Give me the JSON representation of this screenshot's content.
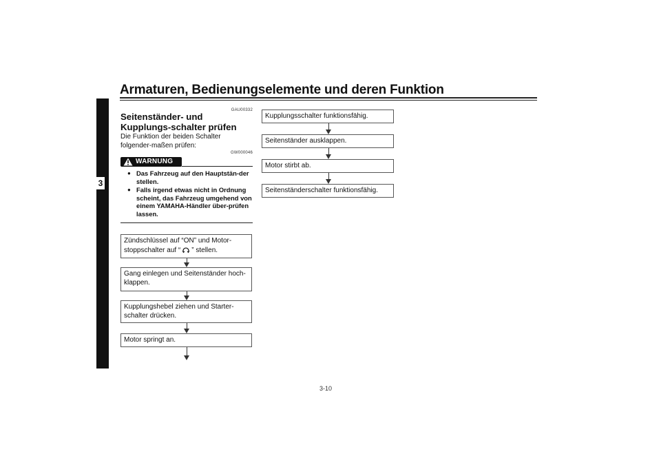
{
  "header": {
    "title": "Armaturen, Bedienungselemente und deren Funktion"
  },
  "chapter": {
    "number": "3"
  },
  "section": {
    "code": "GAU00332",
    "title": "Seitenständer- und Kupplungs-schalter prüfen",
    "intro": "Die Funktion der beiden Schalter folgender-maßen prüfen:"
  },
  "warning": {
    "code": "GW000046",
    "label": "WARNUNG",
    "items": [
      "Das Fahrzeug auf den Hauptstän-der stellen.",
      "Falls irgend etwas nicht in Ordnung scheint, das Fahrzeug umgehend von einem YAMAHA-Händler über-prüfen lassen."
    ]
  },
  "flow_left": {
    "step1_part1": "Zündschlüssel auf “ON” und Motor-stoppschalter auf “",
    "step1_icon": "run-switch-icon",
    "step1_part2": "” stellen.",
    "step2": "Gang einlegen und Seitenständer hoch-klappen.",
    "step3": "Kupplungshebel ziehen und Starter-schalter drücken.",
    "step4": "Motor springt an."
  },
  "flow_right": {
    "step1": "Kupplungsschalter funktionsfähig.",
    "step2": "Seitenständer ausklappen.",
    "step3": "Motor stirbt ab.",
    "step4": "Seitenständerschalter funktionsfähig."
  },
  "footer": {
    "page_number": "3-10"
  }
}
